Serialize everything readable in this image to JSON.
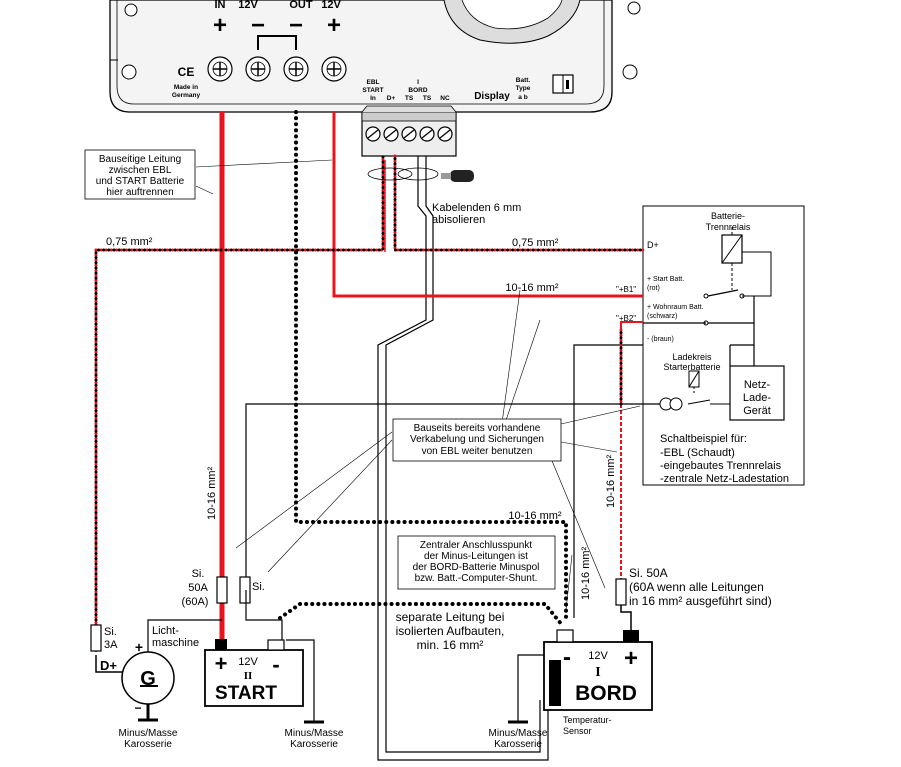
{
  "device": {
    "in_label": "IN",
    "in_voltage": "12V",
    "out_label": "OUT",
    "out_voltage": "12V",
    "plus": "+",
    "minus": "−",
    "ce": "CE",
    "made_in_1": "Made in",
    "made_in_2": "Germany",
    "ebl_start_1": "EBL",
    "ebl_start_2": "START",
    "term_in": "In",
    "term_dplus": "D+",
    "bord_roman": "I",
    "bord_label": "BORD",
    "term_ts1": "TS",
    "term_ts2": "TS",
    "term_nc": "NC",
    "display": "Display",
    "batt_type_1": "Batt.",
    "batt_type_2": "Type",
    "batt_type_3": "a  b"
  },
  "notes": {
    "cut_1": "Bauseitige Leitung",
    "cut_2": "zwischen EBL",
    "cut_3": "und START Batterie",
    "cut_4": "hier auftrennen",
    "strip_1": "Kabelenden 6 mm",
    "strip_2": "abisolieren",
    "existing_1": "Bauseits bereits vorhandene",
    "existing_2": "Verkabelung und Sicherungen",
    "existing_3": "von EBL weiter benutzen",
    "central_1": "Zentraler Anschlusspunkt",
    "central_2": "der Minus-Leitungen ist",
    "central_3": "der BORD-Batterie Minuspol",
    "central_4": "bzw. Batt.-Computer-Shunt.",
    "separate_1": "separate Leitung bei",
    "separate_2": "isolierten Aufbauten,",
    "separate_3": "min. 16 mm²"
  },
  "wires": {
    "w075_left": "0,75 mm²",
    "w075_right": "0,75 mm²",
    "w1016_top": "10-16 mm²",
    "w1016_left": "10-16 mm²",
    "w1016_mid": "10-16 mm²",
    "w1016_bord": "10-16 mm²",
    "w1016_right": "10-16 mm²"
  },
  "relay_box": {
    "title_1": "Batterie-",
    "title_2": "Trennrelais",
    "dplus": "D+",
    "start_1": "+ Start Batt.",
    "start_2": "(rot)",
    "b1": "\"+B1\"",
    "wohn_1": "+ Wohnraum Batt.",
    "wohn_2": "(schwarz)",
    "b2": "\"+B2\"",
    "braun": "- (braun)",
    "ladekreis_1": "Ladekreis",
    "ladekreis_2": "Starterbatterie",
    "netz_1": "Netz-",
    "netz_2": "Lade-",
    "netz_3": "Gerät",
    "example_1": "Schaltbeispiel für:",
    "example_2": "-EBL (Schaudt)",
    "example_3": "-eingebautes Trennrelais",
    "example_4": "-zentrale Netz-Ladestation"
  },
  "fuses": {
    "si3_1": "Si.",
    "si3_2": "3A",
    "si50_1": "Si.",
    "si50_2": "50A",
    "si50_3": "(60A)",
    "si_small": "Si.",
    "si50r_1": "Si. 50A",
    "si50r_2": "(60A wenn alle Leitungen",
    "si50r_3": "in 16 mm² ausgeführt sind)"
  },
  "generator": {
    "licht_1": "Licht-",
    "licht_2": "maschine",
    "letter": "G",
    "plus": "+",
    "minus": "−",
    "dplus": "D+",
    "ground_1": "Minus/Masse",
    "ground_2": "Karosserie"
  },
  "start_battery": {
    "voltage": "12V",
    "roman": "II",
    "label": "START",
    "plus": "+",
    "minus": "-",
    "ground_1": "Minus/Masse",
    "ground_2": "Karosserie"
  },
  "bord_battery": {
    "voltage": "12V",
    "roman": "I",
    "label": "BORD",
    "plus": "+",
    "minus": "-",
    "ground_1": "Minus/Masse",
    "ground_2": "Karosserie",
    "sensor_1": "Temperatur-",
    "sensor_2": "Sensor"
  },
  "colors": {
    "red_wire": "#e8141c",
    "black_wire": "#000000",
    "device_fill": "#f2f2f2"
  }
}
